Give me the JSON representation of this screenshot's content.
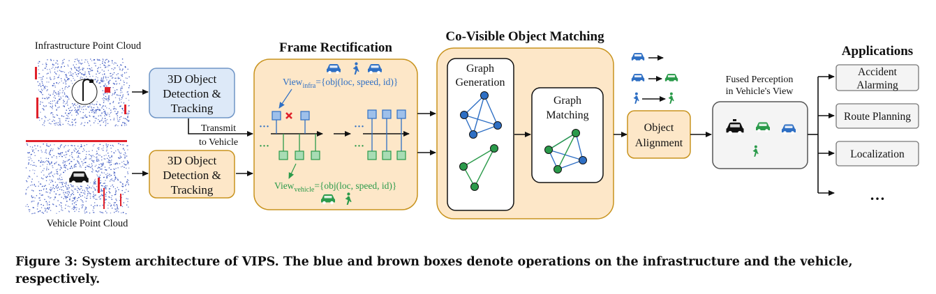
{
  "labels": {
    "infra_cloud": "Infrastructure Point Cloud",
    "vehicle_cloud": "Vehicle Point Cloud",
    "detection_line1": "3D Object",
    "detection_line2": "Detection &",
    "detection_line3": "Tracking",
    "transmit_line1": "Transmit",
    "transmit_line2": "to Vehicle",
    "frame_rectification": "Frame Rectification",
    "view_infra_prefix": "View",
    "view_infra_sub": "infra",
    "view_infra_suffix": "={obj(loc, speed, id)}",
    "view_vehicle_prefix": "View",
    "view_vehicle_sub": "vehicle",
    "view_vehicle_suffix": "={obj(loc, speed, id)}",
    "co_visible": "Co-Visible Object Matching",
    "graph_generation_line1": "Graph",
    "graph_generation_line2": "Generation",
    "graph_matching_line1": "Graph",
    "graph_matching_line2": "Matching",
    "object_alignment_line1": "Object",
    "object_alignment_line2": "Alignment",
    "fused_line1": "Fused Perception",
    "fused_line2": "in Vehicle's View",
    "applications": "Applications",
    "app_accident_line1": "Accident",
    "app_accident_line2": "Alarming",
    "app_route": "Route Planning",
    "app_localization": "Localization",
    "app_more": "…"
  },
  "caption": "Figure 3: System architecture of VIPS. The blue and brown boxes denote operations on the infrastructure and the vehicle, respectively.",
  "colors": {
    "infra_blue": "#2e6fc4",
    "vehicle_green": "#2a9a4a",
    "brown_box_fill": "#fde7c8",
    "brown_box_stroke": "#c8931e",
    "blue_box_fill": "#dde9f8",
    "blue_box_stroke": "#6f95c6",
    "marker_red": "#e0202a"
  },
  "icons": [
    "car-icon",
    "pedestrian-icon",
    "police-car-icon",
    "cross-icon",
    "arrow-icon"
  ]
}
